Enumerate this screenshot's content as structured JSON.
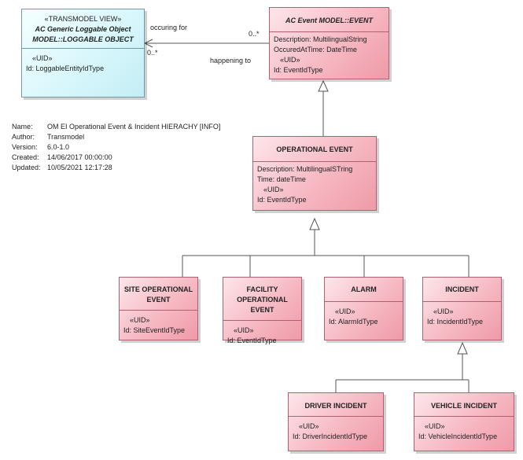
{
  "classes": {
    "loggable": {
      "stereotype": "«TRANSMODEL VIEW»",
      "name_line1": "AC Generic Loggable Object",
      "name_line2": "MODEL::LOGGABLE OBJECT",
      "uid_stereo": "«UID»",
      "id_attr": "Id: LoggableEntityIdType"
    },
    "event": {
      "name": "AC Event MODEL::EVENT",
      "attr1": "Description: MultilingualString",
      "attr2": "OccuredAtTime: DateTime",
      "uid_stereo": "«UID»",
      "id_attr": "Id: EventIdType"
    },
    "operational_event": {
      "name": "OPERATIONAL EVENT",
      "attr1": "Description: MultilingualSTring",
      "attr2": "Time: dateTime",
      "uid_stereo": "«UID»",
      "id_attr": "Id: EventIdType"
    },
    "site_operational_event": {
      "name_line1": "SITE OPERATIONAL",
      "name_line2": "EVENT",
      "uid_stereo": "«UID»",
      "id_attr": "Id: SiteEventIdType"
    },
    "facility_operational_event": {
      "name_line1": "FACILITY",
      "name_line2": "OPERATIONAL EVENT",
      "uid_stereo": "«UID»",
      "id_attr": "Id: EventIdType"
    },
    "alarm": {
      "name": "ALARM",
      "uid_stereo": "«UID»",
      "id_attr": "Id: AlarmIdType"
    },
    "incident": {
      "name": "INCIDENT",
      "uid_stereo": "«UID»",
      "id_attr": "Id: IncidentIdType"
    },
    "driver_incident": {
      "name": "DRIVER INCIDENT",
      "uid_stereo": "«UID»",
      "id_attr": "Id: DriverIncidentIdType"
    },
    "vehicle_incident": {
      "name": "VEHICLE INCIDENT",
      "uid_stereo": "«UID»",
      "id_attr": "Id: VehicleIncidentIdType"
    }
  },
  "association": {
    "label_top": "occuring for",
    "label_bottom": "happening to",
    "mult_left": "0..*",
    "mult_right": "0..*"
  },
  "info": {
    "name_key": "Name:",
    "name_val": "OM EI Operational Event & Incident HIERACHY [INFO]",
    "author_key": "Author:",
    "author_val": "Transmodel",
    "version_key": "Version:",
    "version_val": "6.0-1.0",
    "created_key": "Created:",
    "created_val": "14/06/2017 00:00:00",
    "updated_key": "Updated:",
    "updated_val": "10/05/2021 12:17:28"
  },
  "colors": {
    "class_fill": "#f6b9c3",
    "class_border": "#b06070",
    "view_fill": "#d6f6fb",
    "line": "#555555"
  }
}
